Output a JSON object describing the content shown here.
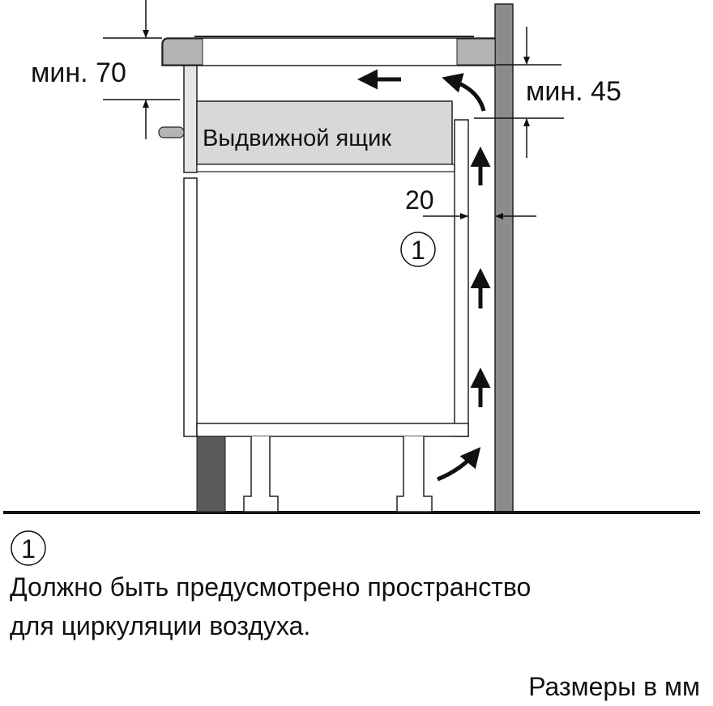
{
  "diagram": {
    "dimensions": {
      "min_70": "мин. 70",
      "min_45": "мин. 45",
      "gap_20": "20"
    },
    "drawer_label": "Выдвижной ящик",
    "callout_marker": "1"
  },
  "note": {
    "marker": "1",
    "lines": [
      "Должно быть предусмотрено пространство",
      "для циркуляции воздуха."
    ]
  },
  "units_label": "Размеры в мм",
  "colors": {
    "wall": "#8c8c8c",
    "hob_trim": "#b4b4b4",
    "drawer": "#d8d8d8",
    "plinth": "#5a5a5a"
  }
}
